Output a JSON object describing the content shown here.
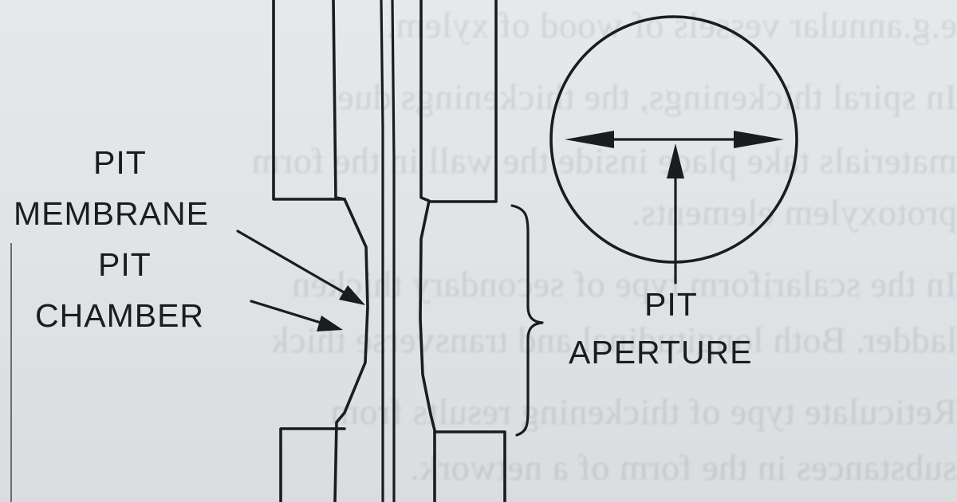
{
  "labels": {
    "pit_membrane_line1": "PIT",
    "pit_membrane_line2": "MEMBRANE",
    "pit_chamber_line1": "PIT",
    "pit_chamber_line2": "CHAMBER",
    "pit_aperture_line1": "PIT",
    "pit_aperture_line2": "APERTURE"
  },
  "ink_color": "#1b1c1e",
  "paper_color": "#dfe3e6"
}
